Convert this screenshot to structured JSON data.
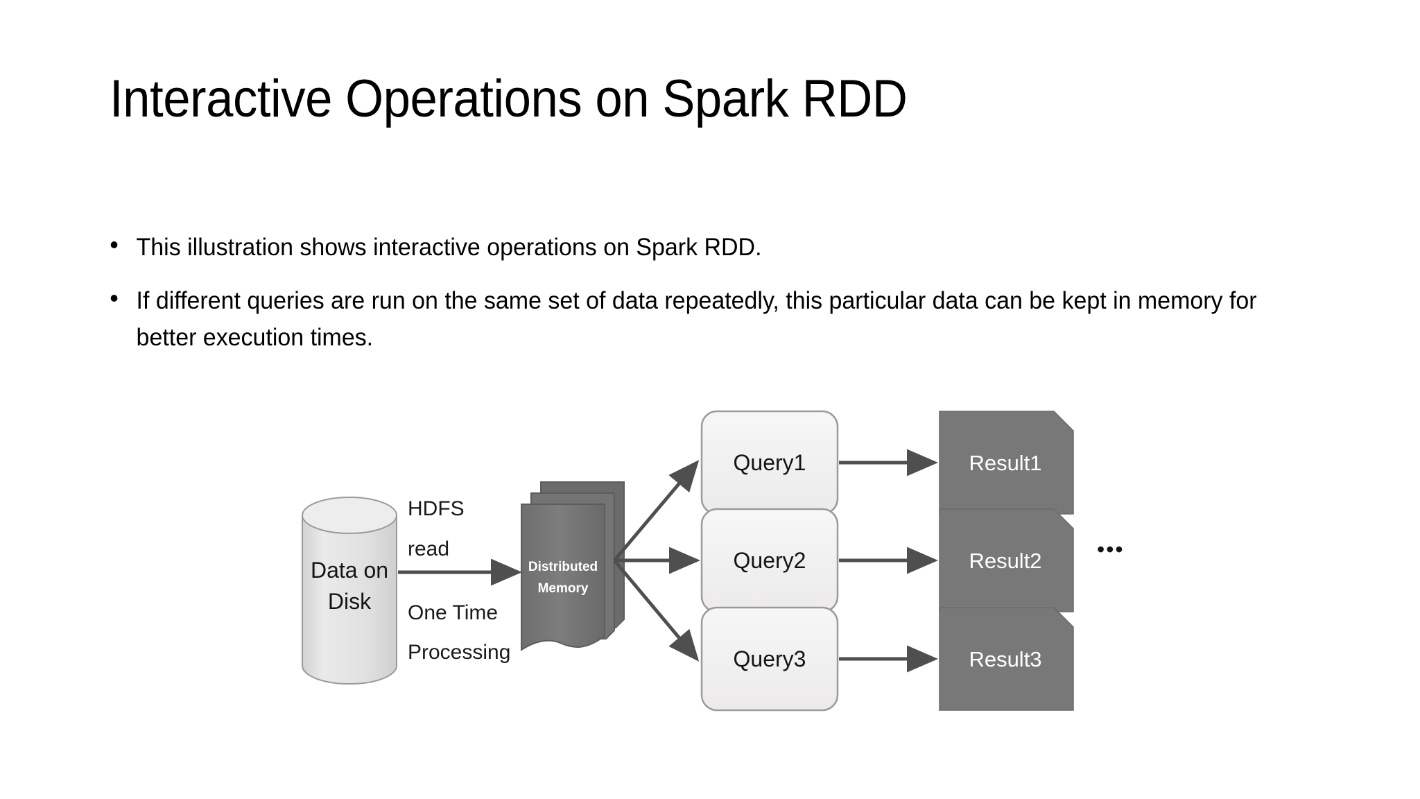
{
  "slide": {
    "title": "Interactive Operations on Spark RDD",
    "bullets": [
      "This illustration shows interactive operations on Spark RDD.",
      "If different queries are run on the same set of data repeatedly, this particular data can be kept in memory for better execution times."
    ]
  },
  "diagram": {
    "storage": {
      "label_line1": "Data on",
      "label_line2": "Disk"
    },
    "edge_labels": {
      "above": "HDFS read",
      "above_line1": "HDFS",
      "above_line2": "read",
      "below_line1": "One Time",
      "below_line2": "Processing"
    },
    "memory": {
      "label_line1": "Distributed",
      "label_line2": "Memory"
    },
    "queries": [
      {
        "label": "Query1"
      },
      {
        "label": "Query2"
      },
      {
        "label": "Query3"
      }
    ],
    "results": [
      {
        "label": "Result1"
      },
      {
        "label": "Result2"
      },
      {
        "label": "Result3"
      }
    ],
    "ellipsis": "•••",
    "colors": {
      "dark_gray": "#787878",
      "light_gray": "#e2e2e2",
      "query_fill": "#f2f2f2",
      "border_gray": "#8c8c8c",
      "arrow_gray": "#555555"
    }
  }
}
